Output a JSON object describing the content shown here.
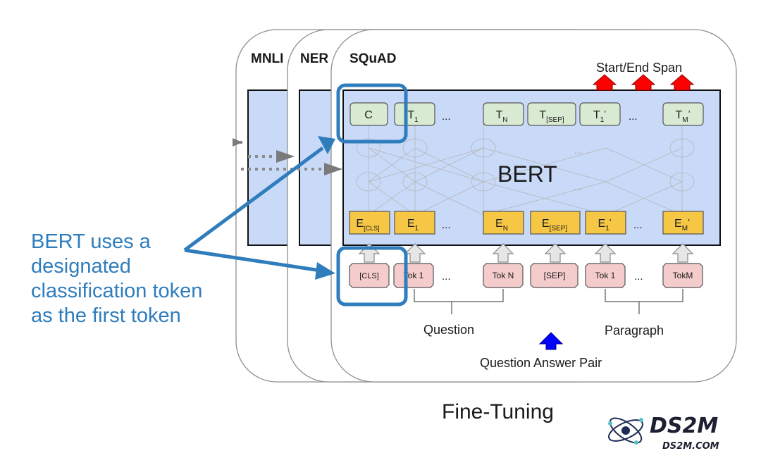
{
  "panels": {
    "mnli_title": "MNLI",
    "ner_title": "NER",
    "squad_title": "SQuAD"
  },
  "model": {
    "name": "BERT"
  },
  "outputs": {
    "label": "Start/End Span",
    "tokens": [
      {
        "main": "C",
        "sub": "",
        "prime": ""
      },
      {
        "main": "T",
        "sub": "1",
        "prime": ""
      },
      {
        "main": "T",
        "sub": "N",
        "prime": ""
      },
      {
        "main": "T",
        "sub": "[SEP]",
        "prime": ""
      },
      {
        "main": "T",
        "sub": "1",
        "prime": "’"
      },
      {
        "main": "T",
        "sub": "M",
        "prime": "’"
      }
    ]
  },
  "embeddings": [
    {
      "main": "E",
      "sub": "[CLS]",
      "prime": ""
    },
    {
      "main": "E",
      "sub": "1",
      "prime": ""
    },
    {
      "main": "E",
      "sub": "N",
      "prime": ""
    },
    {
      "main": "E",
      "sub": "[SEP]",
      "prime": ""
    },
    {
      "main": "E",
      "sub": "1",
      "prime": "’"
    },
    {
      "main": "E",
      "sub": "M",
      "prime": "’"
    }
  ],
  "inputs": [
    "[CLS]",
    "Tok 1",
    "Tok N",
    "[SEP]",
    "Tok 1",
    "TokM"
  ],
  "ellipsis": "...",
  "faint_ellipsis": "...",
  "segments": {
    "question": "Question",
    "paragraph": "Paragraph",
    "pair": "Question Answer Pair"
  },
  "caption": "Fine-Tuning",
  "annotation": {
    "lines": [
      "BERT uses a",
      "designated",
      "classification token",
      "as the first token"
    ]
  },
  "logo": {
    "name": "DS2M",
    "url": "DS2M.COM"
  },
  "colors": {
    "accent_blue": "#2f7dbd",
    "bert_fill": "#c9daf8",
    "output_token": "#d9ead3",
    "embedding": "#f6c745",
    "input_token": "#f4cccc",
    "span_arrow": "#ff0000",
    "pair_arrow": "#0000ff"
  }
}
